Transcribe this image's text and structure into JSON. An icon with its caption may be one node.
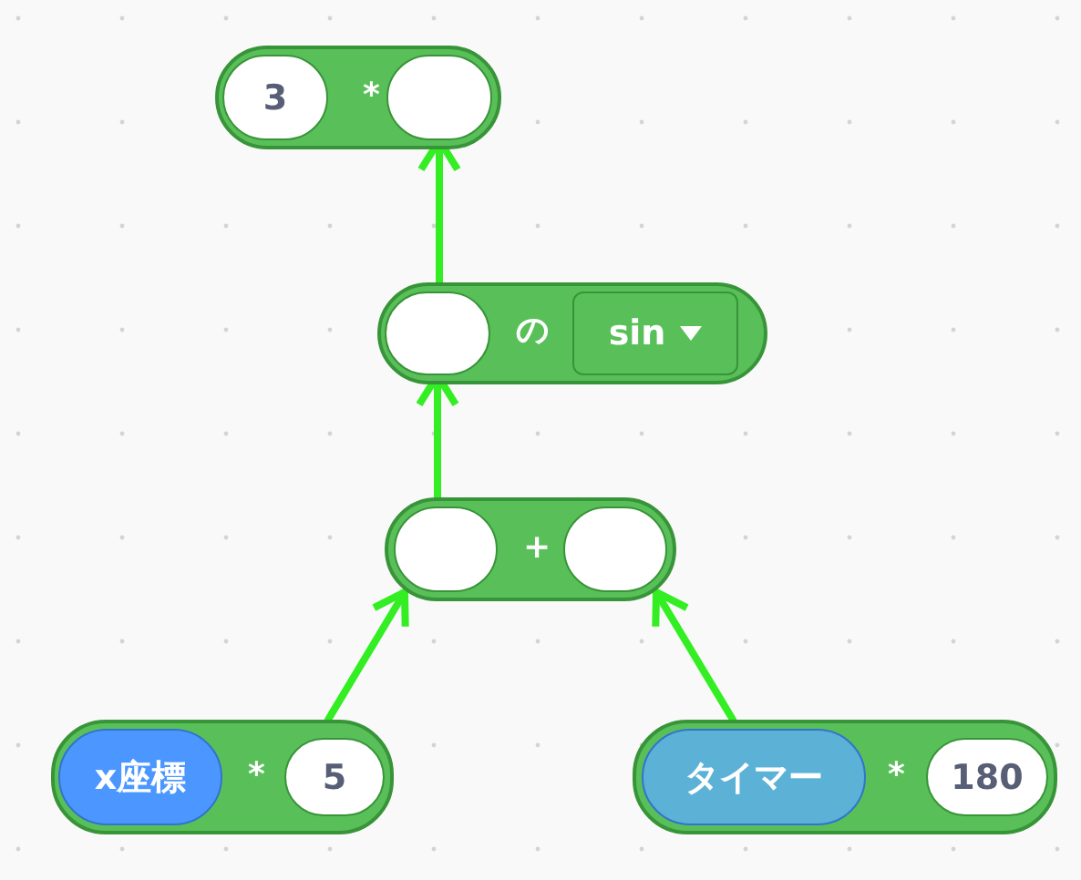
{
  "diagram": {
    "nodes": [
      {
        "text": [
          "*"
        ]
      },
      {
        "text": [
          "3"
        ],
        "in": 0
      },
      {
        "text": [],
        "shape": "box",
        "in": 0
      },
      {
        "text": [
          "の"
        ]
      },
      {
        "text": [],
        "shape": "box",
        "in": 3
      },
      {
        "text": [
          "sin"
        ],
        "in": 3
      },
      {
        "text": [
          "+"
        ]
      },
      {
        "text": [],
        "shape": "box",
        "in": 6
      },
      {
        "text": [],
        "shape": "box",
        "in": 6
      },
      {
        "text": [
          "*"
        ]
      },
      {
        "text": [
          "x座標"
        ],
        "in": 9
      },
      {
        "text": [
          "5"
        ],
        "in": 9
      },
      {
        "text": [
          "*"
        ]
      },
      {
        "text": [
          "タイマー"
        ],
        "in": 12
      },
      {
        "text": [
          "180"
        ],
        "in": 12
      }
    ],
    "edges": [
      {
        "from": 3,
        "to": 2,
        "arrow": "to"
      },
      {
        "from": 6,
        "to": 4,
        "arrow": "to"
      },
      {
        "from": 9,
        "to": 7,
        "arrow": "to"
      },
      {
        "from": 12,
        "to": 8,
        "arrow": "to"
      }
    ]
  }
}
